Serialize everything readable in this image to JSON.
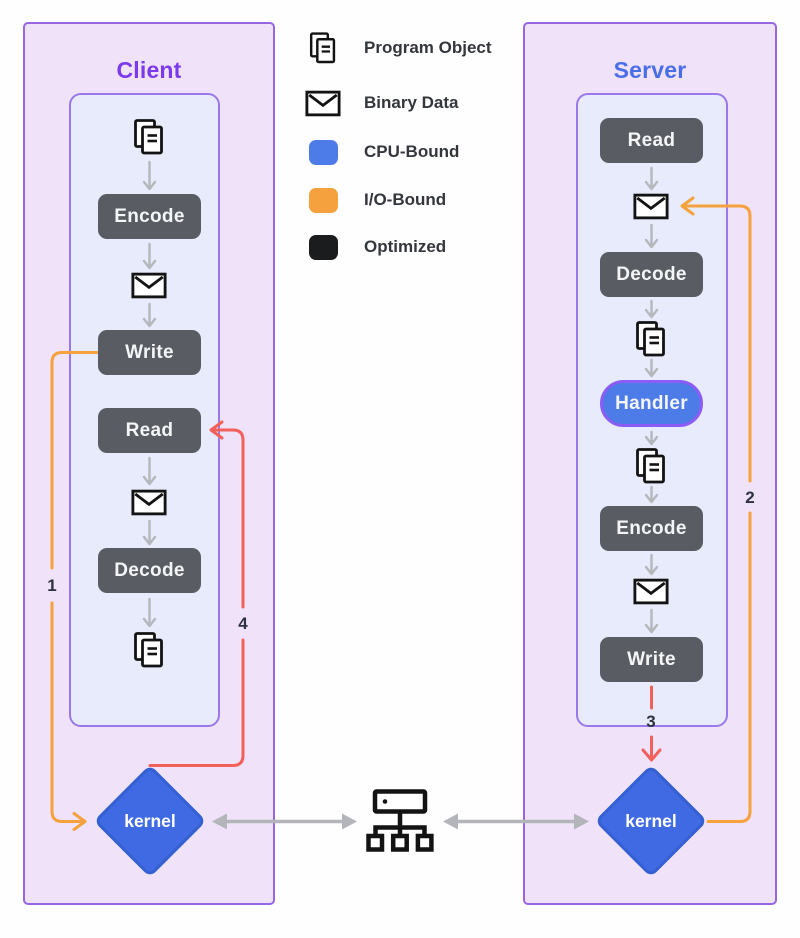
{
  "diagram": {
    "client": {
      "title": "Client",
      "kernel_label": "kernel",
      "nodes": {
        "encode": "Encode",
        "write": "Write",
        "read": "Read",
        "decode": "Decode"
      }
    },
    "server": {
      "title": "Server",
      "kernel_label": "kernel",
      "nodes": {
        "read": "Read",
        "decode": "Decode",
        "handler": "Handler",
        "encode": "Encode",
        "write": "Write"
      }
    },
    "legend": {
      "items": [
        {
          "icon": "program-object-icon",
          "label": "Program Object"
        },
        {
          "icon": "binary-data-icon",
          "label": "Binary Data"
        },
        {
          "icon": "cpu-bound-swatch",
          "label": "CPU-Bound",
          "color": "#4D7BE8"
        },
        {
          "icon": "io-bound-swatch",
          "label": "I/O-Bound",
          "color": "#F5A13D"
        },
        {
          "icon": "optimized-swatch",
          "label": "Optimized",
          "color": "#1B1C1E"
        }
      ]
    },
    "step_labels": {
      "one": "1",
      "two": "2",
      "three": "3",
      "four": "4"
    },
    "colors": {
      "outer_box_fill": "#EFE2F9",
      "outer_box_border": "#9766E3",
      "inner_box_fill": "#E7EBFB",
      "inner_box_border": "#9B78EA",
      "client_title": "#7C3AED",
      "server_title": "#4A6EE8",
      "node_fill": "#595D63",
      "handler_fill": "#4D7BE8",
      "handler_border": "#8B5CF6",
      "kernel_fill": "#3F6AE3",
      "orange_arrow": "#F5A13D",
      "red_arrow": "#F2605A",
      "flow_arrow_gray": "#B4B7BC"
    }
  }
}
